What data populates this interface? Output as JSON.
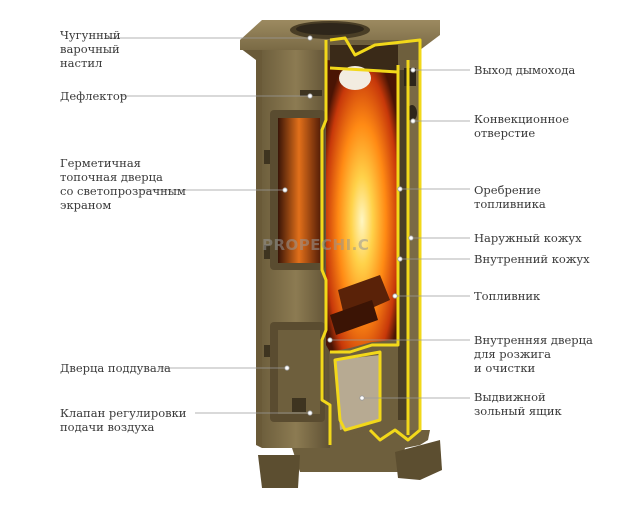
{
  "colors": {
    "body_metal": "#7a6a45",
    "body_dark": "#5c4e30",
    "cut_edge": "#f2d81a",
    "flame_core": "#fff3b0",
    "flame_mid": "#ff9a1c",
    "flame_outer": "#d9460b",
    "firebox_bg": "#3b1405"
  },
  "watermark": "PROPECHI.C",
  "labels_left": [
    {
      "id": "cooktop",
      "text": "Чугунный\nварочный\nнастил"
    },
    {
      "id": "deflector",
      "text": "Дефлектор"
    },
    {
      "id": "door",
      "text": "Герметичная\nтопочная дверца\nсо светопрозрачным\nэкраном"
    },
    {
      "id": "ash-door",
      "text": "Дверца поддувала"
    },
    {
      "id": "air-valve",
      "text": "Клапан регулировки\nподачи воздуха"
    }
  ],
  "labels_right": [
    {
      "id": "flue",
      "text": "Выход дымохода"
    },
    {
      "id": "convection",
      "text": "Конвекционное\nотверстие"
    },
    {
      "id": "fins",
      "text": "Оребрение\nтопливника"
    },
    {
      "id": "outer-casing",
      "text": "Наружный кожух"
    },
    {
      "id": "inner-casing",
      "text": "Внутренний кожух"
    },
    {
      "id": "firebox",
      "text": "Топливник"
    },
    {
      "id": "inner-door",
      "text": "Внутренняя дверца\nдля розжига\nи очистки"
    },
    {
      "id": "ash-box",
      "text": "Выдвижной\nзольный ящик"
    }
  ]
}
